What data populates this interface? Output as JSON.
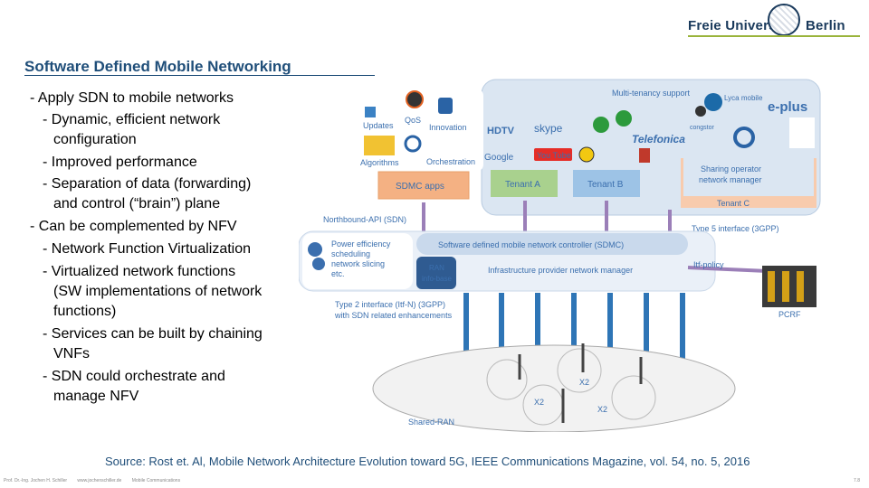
{
  "header": {
    "logo_left": "Freie Universität",
    "logo_right": "Berlin"
  },
  "slide": {
    "title": "Software Defined Mobile Networking",
    "bullets": [
      "- Apply SDN to mobile networks",
      "- Dynamic, efficient network",
      "configuration",
      "- Improved performance",
      "- Separation of data (forwarding)",
      "and control (“brain”) plane",
      "- Can be complemented by NFV",
      "- Network Function Virtualization",
      "- Virtualized network functions",
      "(SW implementations of network",
      "functions)",
      "- Services can be built by chaining",
      "VNFs",
      "- SDN could orchestrate and",
      "manage NFV"
    ],
    "source": "Source: Rost et. Al, Mobile Network Architecture Evolution toward 5G, IEEE Communications Magazine, vol. 54, no. 5, 2016"
  },
  "figure": {
    "multi_tenancy": "Multi-tenancy support",
    "updates": "Updates",
    "qos": "QoS",
    "innovation": "Innovation",
    "algorithms": "Algorithms",
    "orchestration": "Orchestration",
    "hdtv": "HDTV",
    "skype": "skype",
    "google": "Google",
    "youtube": "You Tube",
    "telefonica": "Telefonica",
    "lyca": "Lyca mobile",
    "eplus": "e-plus",
    "congstor": "congstor",
    "sdmc_apps": "SDMC apps",
    "tenant_a": "Tenant A",
    "tenant_b": "Tenant B",
    "sharing_operator_1": "Sharing operator",
    "sharing_operator_2": "network manager",
    "tenant_c": "Tenant C",
    "northbound": "Northbound-API (SDN)",
    "type5": "Type 5 interface (3GPP)",
    "power_1": "Power efficiency",
    "power_2": "scheduling",
    "power_3": "network slicing",
    "power_4": "etc.",
    "sdmc": "Software defined mobile network controller (SDMC)",
    "infra": "Infrastructure provider network manager",
    "ran_1": "RAN",
    "ran_2": "info-base",
    "itf_policy": "Itf-policy",
    "type2_1": "Type 2 interface (Itf-N) (3GPP)",
    "type2_2": "with SDN related enhancements",
    "pcrf": "PCRF",
    "x2_a": "X2",
    "x2_b": "X2",
    "x2_c": "X2",
    "shared_ran": "Shared-RAN"
  },
  "footer": {
    "author": "Prof. Dr.-Ing. Jochen H. Schiller",
    "site": "www.jochenschiller.de",
    "course": "Mobile Communications",
    "page": "7.8"
  }
}
